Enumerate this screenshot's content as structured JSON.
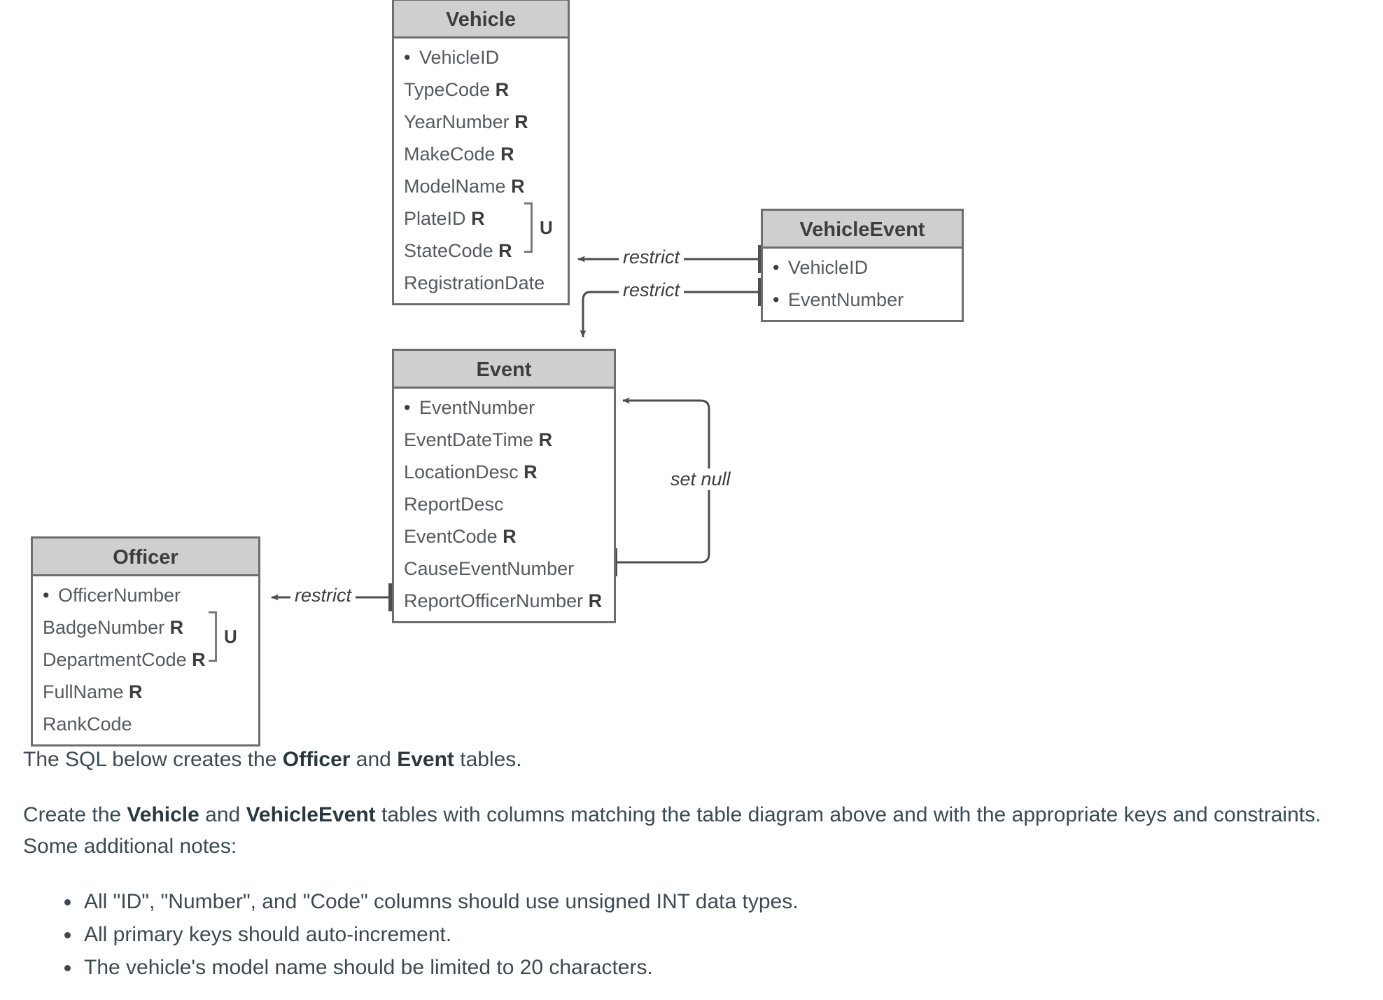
{
  "diagram": {
    "tables": [
      {
        "id": "vehicle",
        "name": "Vehicle",
        "rows": [
          {
            "text": "VehicleID",
            "pk": true,
            "required": false
          },
          {
            "text": "TypeCode",
            "pk": false,
            "required": true
          },
          {
            "text": "YearNumber",
            "pk": false,
            "required": true
          },
          {
            "text": "MakeCode",
            "pk": false,
            "required": true
          },
          {
            "text": "ModelName",
            "pk": false,
            "required": true
          },
          {
            "text": "PlateID",
            "pk": false,
            "required": true
          },
          {
            "text": "StateCode",
            "pk": false,
            "required": true
          },
          {
            "text": "RegistrationDate",
            "pk": false,
            "required": false
          }
        ],
        "unique_groups": [
          {
            "label": "U",
            "rows": [
              5,
              6
            ]
          }
        ]
      },
      {
        "id": "vehicleevent",
        "name": "VehicleEvent",
        "rows": [
          {
            "text": "VehicleID",
            "pk": true,
            "required": false
          },
          {
            "text": "EventNumber",
            "pk": true,
            "required": false
          }
        ],
        "unique_groups": []
      },
      {
        "id": "event",
        "name": "Event",
        "rows": [
          {
            "text": "EventNumber",
            "pk": true,
            "required": false
          },
          {
            "text": "EventDateTime",
            "pk": false,
            "required": true
          },
          {
            "text": "LocationDesc",
            "pk": false,
            "required": true
          },
          {
            "text": "ReportDesc",
            "pk": false,
            "required": false
          },
          {
            "text": "EventCode",
            "pk": false,
            "required": true
          },
          {
            "text": "CauseEventNumber",
            "pk": false,
            "required": false
          },
          {
            "text": "ReportOfficerNumber",
            "pk": false,
            "required": true
          }
        ],
        "unique_groups": []
      },
      {
        "id": "officer",
        "name": "Officer",
        "rows": [
          {
            "text": "OfficerNumber",
            "pk": true,
            "required": false
          },
          {
            "text": "BadgeNumber",
            "pk": false,
            "required": true
          },
          {
            "text": "DepartmentCode",
            "pk": false,
            "required": true
          },
          {
            "text": "FullName",
            "pk": false,
            "required": true
          },
          {
            "text": "RankCode",
            "pk": false,
            "required": false
          }
        ],
        "unique_groups": [
          {
            "label": "U",
            "rows": [
              1,
              2
            ]
          }
        ]
      }
    ],
    "relationships": [
      {
        "id": "ve-vehicle",
        "label": "restrict",
        "from": "VehicleEvent.VehicleID",
        "to": "Vehicle"
      },
      {
        "id": "ve-event",
        "label": "restrict",
        "from": "VehicleEvent.EventNumber",
        "to": "Event"
      },
      {
        "id": "event-self",
        "label": "set null",
        "from": "Event.CauseEventNumber",
        "to": "Event.EventNumber"
      },
      {
        "id": "event-officer",
        "label": "restrict",
        "from": "Event.ReportOfficerNumber",
        "to": "Officer"
      }
    ],
    "required_flag": "R",
    "unique_flag": "U",
    "colors": {
      "table_header_fill": "#cfcfcf",
      "table_border": "#6e6e6e",
      "row_text": "#58595b",
      "connector": "#4d4d4d"
    }
  },
  "prose": {
    "paragraph1": {
      "seg1": "The SQL below creates the ",
      "bold1": "Officer",
      "seg2": " and ",
      "bold2": "Event",
      "seg3": " tables."
    },
    "paragraph2": {
      "seg1": "Create the ",
      "bold1": "Vehicle",
      "seg2": " and ",
      "bold2": "VehicleEvent",
      "seg3": " tables with columns matching the table diagram above and with the appropriate keys and constraints. Some additional notes:"
    },
    "notes": [
      "All \"ID\", \"Number\", and \"Code\" columns should use unsigned INT data types.",
      "All primary keys should auto-increment.",
      "The vehicle's model name should be limited to 20 characters."
    ]
  }
}
